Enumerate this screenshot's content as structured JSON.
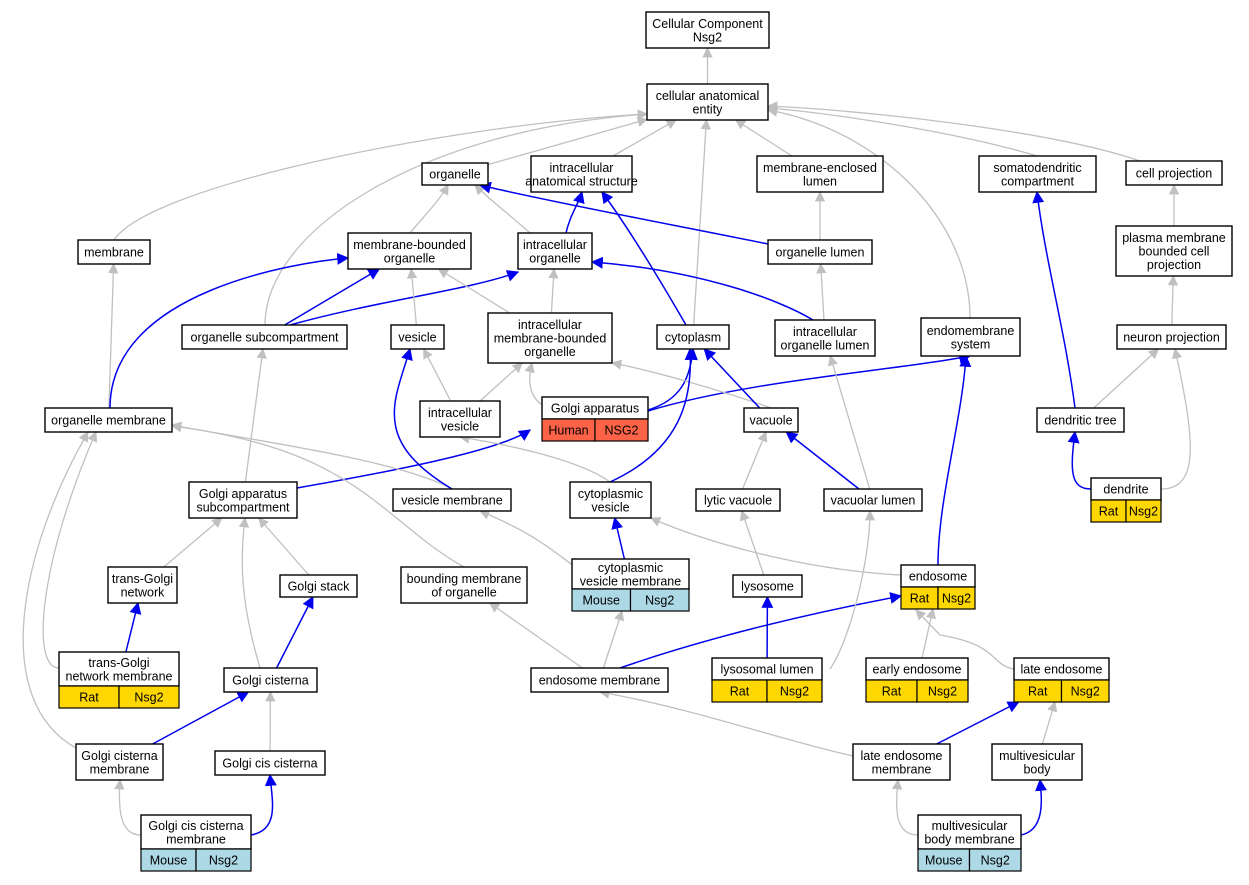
{
  "colors": {
    "is_a_edge": "#c0c0c0",
    "part_of_edge": "#0000ee",
    "human": "#ff6347",
    "rat": "#ffd700",
    "mouse": "#add8e6"
  },
  "nodes": {
    "root": [
      "Cellular Component",
      "Nsg2"
    ],
    "cae": [
      "cellular anatomical",
      "entity"
    ],
    "organelle": [
      "organelle"
    ],
    "ias": [
      "intracellular",
      "anatomical structure"
    ],
    "mel": [
      "membrane-enclosed",
      "lumen"
    ],
    "sdc": [
      "somatodendritic",
      "compartment"
    ],
    "cellproj": [
      "cell projection"
    ],
    "membrane": [
      "membrane"
    ],
    "mbo": [
      "membrane-bounded",
      "organelle"
    ],
    "io": [
      "intracellular",
      "organelle"
    ],
    "olumen": [
      "organelle lumen"
    ],
    "pmbcp": [
      "plasma membrane",
      "bounded cell",
      "projection"
    ],
    "osub": [
      "organelle subcompartment"
    ],
    "vesicle": [
      "vesicle"
    ],
    "imbo": [
      "intracellular",
      "membrane-bounded",
      "organelle"
    ],
    "cytoplasm": [
      "cytoplasm"
    ],
    "iol": [
      "intracellular",
      "organelle lumen"
    ],
    "ems": [
      "endomembrane",
      "system"
    ],
    "neuronproj": [
      "neuron projection"
    ],
    "omem": [
      "organelle membrane"
    ],
    "ivesicle": [
      "intracellular",
      "vesicle"
    ],
    "golgi": [
      "Golgi apparatus"
    ],
    "vacuole": [
      "vacuole"
    ],
    "dtree": [
      "dendritic tree"
    ],
    "gas": [
      "Golgi apparatus",
      "subcompartment"
    ],
    "vmem": [
      "vesicle membrane"
    ],
    "cvesicle": [
      "cytoplasmic",
      "vesicle"
    ],
    "lytic": [
      "lytic vacuole"
    ],
    "vlumen": [
      "vacuolar lumen"
    ],
    "dendrite": [
      "dendrite"
    ],
    "tgn": [
      "trans-Golgi",
      "network"
    ],
    "gstack": [
      "Golgi stack"
    ],
    "bmo": [
      "bounding membrane",
      "of organelle"
    ],
    "cvm": [
      "cytoplasmic",
      "vesicle membrane"
    ],
    "lysosome": [
      "lysosome"
    ],
    "endosome": [
      "endosome"
    ],
    "tgnm": [
      "trans-Golgi",
      "network membrane"
    ],
    "gcisterna": [
      "Golgi cisterna"
    ],
    "emem": [
      "endosome membrane"
    ],
    "llumen": [
      "lysosomal lumen"
    ],
    "eendo": [
      "early endosome"
    ],
    "lendo": [
      "late endosome"
    ],
    "gcm": [
      "Golgi cisterna",
      "membrane"
    ],
    "gcis": [
      "Golgi cis cisterna"
    ],
    "lem": [
      "late endosome",
      "membrane"
    ],
    "mvb": [
      "multivesicular",
      "body"
    ],
    "gccm": [
      "Golgi cis cisterna",
      "membrane"
    ],
    "mvbm": [
      "multivesicular",
      "body membrane"
    ]
  },
  "annotations": {
    "golgi": [
      [
        "Human",
        "human"
      ],
      [
        "NSG2",
        "human"
      ]
    ],
    "dendrite": [
      [
        "Rat",
        "rat"
      ],
      [
        "Nsg2",
        "rat"
      ]
    ],
    "cvm": [
      [
        "Mouse",
        "mouse"
      ],
      [
        "Nsg2",
        "mouse"
      ]
    ],
    "endosome": [
      [
        "Rat",
        "rat"
      ],
      [
        "Nsg2",
        "rat"
      ]
    ],
    "tgnm": [
      [
        "Rat",
        "rat"
      ],
      [
        "Nsg2",
        "rat"
      ]
    ],
    "llumen": [
      [
        "Rat",
        "rat"
      ],
      [
        "Nsg2",
        "rat"
      ]
    ],
    "eendo": [
      [
        "Rat",
        "rat"
      ],
      [
        "Nsg2",
        "rat"
      ]
    ],
    "lendo": [
      [
        "Rat",
        "rat"
      ],
      [
        "Nsg2",
        "rat"
      ]
    ],
    "gccm": [
      [
        "Mouse",
        "mouse"
      ],
      [
        "Nsg2",
        "mouse"
      ]
    ],
    "mvbm": [
      [
        "Mouse",
        "mouse"
      ],
      [
        "Nsg2",
        "mouse"
      ]
    ]
  },
  "edges": [
    {
      "from": "cae",
      "to": "root",
      "type": "is_a"
    },
    {
      "from": "organelle",
      "to": "cae",
      "type": "is_a"
    },
    {
      "from": "ias",
      "to": "cae",
      "type": "is_a"
    },
    {
      "from": "mel",
      "to": "cae",
      "type": "is_a"
    },
    {
      "from": "sdc",
      "to": "cae",
      "type": "is_a"
    },
    {
      "from": "cellproj",
      "to": "cae",
      "type": "is_a"
    },
    {
      "from": "membrane",
      "to": "cae",
      "type": "is_a"
    },
    {
      "from": "osub",
      "to": "cae",
      "type": "is_a"
    },
    {
      "from": "cytoplasm",
      "to": "cae",
      "type": "is_a"
    },
    {
      "from": "ems",
      "to": "cae",
      "type": "is_a"
    },
    {
      "from": "mbo",
      "to": "organelle",
      "type": "is_a"
    },
    {
      "from": "io",
      "to": "organelle",
      "type": "is_a"
    },
    {
      "from": "olumen",
      "to": "organelle",
      "type": "part_of"
    },
    {
      "from": "io",
      "to": "ias",
      "type": "part_of"
    },
    {
      "from": "cytoplasm",
      "to": "ias",
      "type": "part_of"
    },
    {
      "from": "olumen",
      "to": "mel",
      "type": "is_a"
    },
    {
      "from": "dtree",
      "to": "sdc",
      "type": "part_of"
    },
    {
      "from": "pmbcp",
      "to": "cellproj",
      "type": "is_a"
    },
    {
      "from": "omem",
      "to": "membrane",
      "type": "is_a"
    },
    {
      "from": "osub",
      "to": "mbo",
      "type": "part_of"
    },
    {
      "from": "osub",
      "to": "io",
      "type": "part_of"
    },
    {
      "from": "vesicle",
      "to": "mbo",
      "type": "is_a"
    },
    {
      "from": "imbo",
      "to": "mbo",
      "type": "is_a"
    },
    {
      "from": "imbo",
      "to": "io",
      "type": "is_a"
    },
    {
      "from": "iol",
      "to": "io",
      "type": "part_of"
    },
    {
      "from": "iol",
      "to": "olumen",
      "type": "is_a"
    },
    {
      "from": "neuronproj",
      "to": "pmbcp",
      "type": "is_a"
    },
    {
      "from": "omem",
      "to": "mbo",
      "type": "part_of"
    },
    {
      "from": "ivesicle",
      "to": "vesicle",
      "type": "is_a"
    },
    {
      "from": "ivesicle",
      "to": "imbo",
      "type": "is_a"
    },
    {
      "from": "golgi",
      "to": "imbo",
      "type": "is_a"
    },
    {
      "from": "golgi",
      "to": "cytoplasm",
      "type": "part_of"
    },
    {
      "from": "golgi",
      "to": "ems",
      "type": "part_of"
    },
    {
      "from": "vacuole",
      "to": "imbo",
      "type": "is_a"
    },
    {
      "from": "vacuole",
      "to": "cytoplasm",
      "type": "part_of"
    },
    {
      "from": "dtree",
      "to": "neuronproj",
      "type": "is_a"
    },
    {
      "from": "gas",
      "to": "osub",
      "type": "is_a"
    },
    {
      "from": "gas",
      "to": "golgi",
      "type": "part_of"
    },
    {
      "from": "vmem",
      "to": "omem",
      "type": "is_a"
    },
    {
      "from": "vmem",
      "to": "vesicle",
      "type": "part_of"
    },
    {
      "from": "cvesicle",
      "to": "ivesicle",
      "type": "is_a"
    },
    {
      "from": "cvesicle",
      "to": "cytoplasm",
      "type": "part_of"
    },
    {
      "from": "lytic",
      "to": "vacuole",
      "type": "is_a"
    },
    {
      "from": "vlumen",
      "to": "iol",
      "type": "is_a"
    },
    {
      "from": "vlumen",
      "to": "vacuole",
      "type": "part_of"
    },
    {
      "from": "dendrite",
      "to": "dtree",
      "type": "part_of"
    },
    {
      "from": "dendrite",
      "to": "neuronproj",
      "type": "is_a"
    },
    {
      "from": "tgn",
      "to": "gas",
      "type": "is_a"
    },
    {
      "from": "gstack",
      "to": "gas",
      "type": "is_a"
    },
    {
      "from": "bmo",
      "to": "omem",
      "type": "is_a"
    },
    {
      "from": "cvm",
      "to": "vmem",
      "type": "is_a"
    },
    {
      "from": "cvm",
      "to": "cvesicle",
      "type": "part_of"
    },
    {
      "from": "lysosome",
      "to": "lytic",
      "type": "is_a"
    },
    {
      "from": "endosome",
      "to": "cvesicle",
      "type": "is_a"
    },
    {
      "from": "endosome",
      "to": "ems",
      "type": "part_of"
    },
    {
      "from": "tgnm",
      "to": "tgn",
      "type": "part_of"
    },
    {
      "from": "tgnm",
      "to": "omem",
      "type": "is_a"
    },
    {
      "from": "gcisterna",
      "to": "gas",
      "type": "is_a"
    },
    {
      "from": "gcisterna",
      "to": "gstack",
      "type": "part_of"
    },
    {
      "from": "emem",
      "to": "bmo",
      "type": "is_a"
    },
    {
      "from": "emem",
      "to": "cvm",
      "type": "is_a"
    },
    {
      "from": "emem",
      "to": "endosome",
      "type": "part_of"
    },
    {
      "from": "llumen",
      "to": "lysosome",
      "type": "part_of"
    },
    {
      "from": "llumen",
      "to": "vlumen",
      "type": "is_a"
    },
    {
      "from": "eendo",
      "to": "endosome",
      "type": "is_a"
    },
    {
      "from": "lendo",
      "to": "endosome",
      "type": "is_a"
    },
    {
      "from": "gcm",
      "to": "gcisterna",
      "type": "part_of"
    },
    {
      "from": "gcm",
      "to": "omem",
      "type": "is_a"
    },
    {
      "from": "gcis",
      "to": "gcisterna",
      "type": "is_a"
    },
    {
      "from": "lem",
      "to": "lendo",
      "type": "part_of"
    },
    {
      "from": "lem",
      "to": "emem",
      "type": "is_a"
    },
    {
      "from": "mvb",
      "to": "lendo",
      "type": "is_a"
    },
    {
      "from": "gccm",
      "to": "gcis",
      "type": "part_of"
    },
    {
      "from": "gccm",
      "to": "gcm",
      "type": "is_a"
    },
    {
      "from": "mvbm",
      "to": "mvb",
      "type": "part_of"
    },
    {
      "from": "mvbm",
      "to": "lem",
      "type": "is_a"
    }
  ]
}
